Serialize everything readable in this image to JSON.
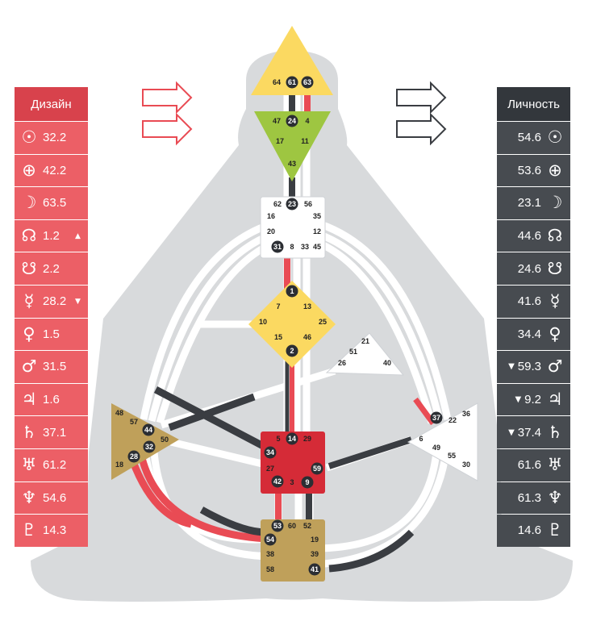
{
  "design_panel": {
    "title": "Дизайн",
    "rows": [
      {
        "icon": "sun-icon",
        "glyph": "☉",
        "value": "32.2",
        "mark": ""
      },
      {
        "icon": "earth-icon",
        "glyph": "⊕",
        "value": "42.2",
        "mark": ""
      },
      {
        "icon": "moon-icon",
        "glyph": "☽",
        "value": "63.5",
        "mark": ""
      },
      {
        "icon": "north-node-icon",
        "glyph": "☊",
        "value": "1.2",
        "mark": "▲"
      },
      {
        "icon": "south-node-icon",
        "glyph": "☋",
        "value": "2.2",
        "mark": ""
      },
      {
        "icon": "mercury-icon",
        "glyph": "☿",
        "value": "28.2",
        "mark": "▼"
      },
      {
        "icon": "venus-icon",
        "glyph": "♀",
        "value": "1.5",
        "mark": ""
      },
      {
        "icon": "mars-icon",
        "glyph": "♂",
        "value": "31.5",
        "mark": ""
      },
      {
        "icon": "jupiter-icon",
        "glyph": "♃",
        "value": "1.6",
        "mark": ""
      },
      {
        "icon": "saturn-icon",
        "glyph": "♄",
        "value": "37.1",
        "mark": ""
      },
      {
        "icon": "uranus-icon",
        "glyph": "♅",
        "value": "61.2",
        "mark": ""
      },
      {
        "icon": "neptune-icon",
        "glyph": "♆",
        "value": "54.6",
        "mark": ""
      },
      {
        "icon": "pluto-icon",
        "glyph": "♇",
        "value": "14.3",
        "mark": ""
      }
    ]
  },
  "personality_panel": {
    "title": "Личность",
    "rows": [
      {
        "icon": "sun-icon",
        "glyph": "☉",
        "value": "54.6",
        "mark": ""
      },
      {
        "icon": "earth-icon",
        "glyph": "⊕",
        "value": "53.6",
        "mark": ""
      },
      {
        "icon": "moon-icon",
        "glyph": "☽",
        "value": "23.1",
        "mark": ""
      },
      {
        "icon": "north-node-icon",
        "glyph": "☊",
        "value": "44.6",
        "mark": ""
      },
      {
        "icon": "south-node-icon",
        "glyph": "☋",
        "value": "24.6",
        "mark": ""
      },
      {
        "icon": "mercury-icon",
        "glyph": "☿",
        "value": "41.6",
        "mark": ""
      },
      {
        "icon": "venus-icon",
        "glyph": "♀",
        "value": "34.4",
        "mark": ""
      },
      {
        "icon": "mars-icon",
        "glyph": "♂",
        "value": "59.3",
        "mark": "▼"
      },
      {
        "icon": "jupiter-icon",
        "glyph": "♃",
        "value": "9.2",
        "mark": "▼"
      },
      {
        "icon": "saturn-icon",
        "glyph": "♄",
        "value": "37.4",
        "mark": "▼"
      },
      {
        "icon": "uranus-icon",
        "glyph": "♅",
        "value": "61.6",
        "mark": ""
      },
      {
        "icon": "neptune-icon",
        "glyph": "♆",
        "value": "61.3",
        "mark": ""
      },
      {
        "icon": "pluto-icon",
        "glyph": "♇",
        "value": "14.6",
        "mark": ""
      }
    ]
  },
  "colors": {
    "design_red": "#e94b54",
    "personality_dark": "#3a3d42",
    "head_yellow": "#fbd961",
    "ajna_green": "#9ec641",
    "g_yellow": "#fbd961",
    "sacral_red": "#d52b37",
    "spleen_tan": "#bfa05a",
    "root_tan": "#bfa05a",
    "body_gray": "#d8dadc"
  },
  "centers": {
    "head": {
      "gates": [
        "64",
        "61",
        "63"
      ]
    },
    "ajna": {
      "gates": [
        "47",
        "24",
        "4",
        "17",
        "11",
        "43"
      ]
    },
    "throat": {
      "gates": [
        "62",
        "23",
        "56",
        "16",
        "35",
        "20",
        "12",
        "31",
        "8",
        "33",
        "45"
      ]
    },
    "g": {
      "gates": [
        "1",
        "7",
        "13",
        "10",
        "25",
        "15",
        "46",
        "2"
      ]
    },
    "heart": {
      "gates": [
        "21",
        "51",
        "26",
        "40"
      ]
    },
    "spleen": {
      "gates": [
        "48",
        "57",
        "44",
        "50",
        "32",
        "28",
        "18"
      ]
    },
    "solar": {
      "gates": [
        "36",
        "37",
        "22",
        "6",
        "49",
        "55",
        "30"
      ]
    },
    "sacral": {
      "gates": [
        "5",
        "14",
        "29",
        "34",
        "27",
        "59",
        "42",
        "3",
        "9"
      ]
    },
    "root": {
      "gates": [
        "53",
        "60",
        "52",
        "54",
        "19",
        "38",
        "39",
        "58",
        "41"
      ]
    }
  }
}
